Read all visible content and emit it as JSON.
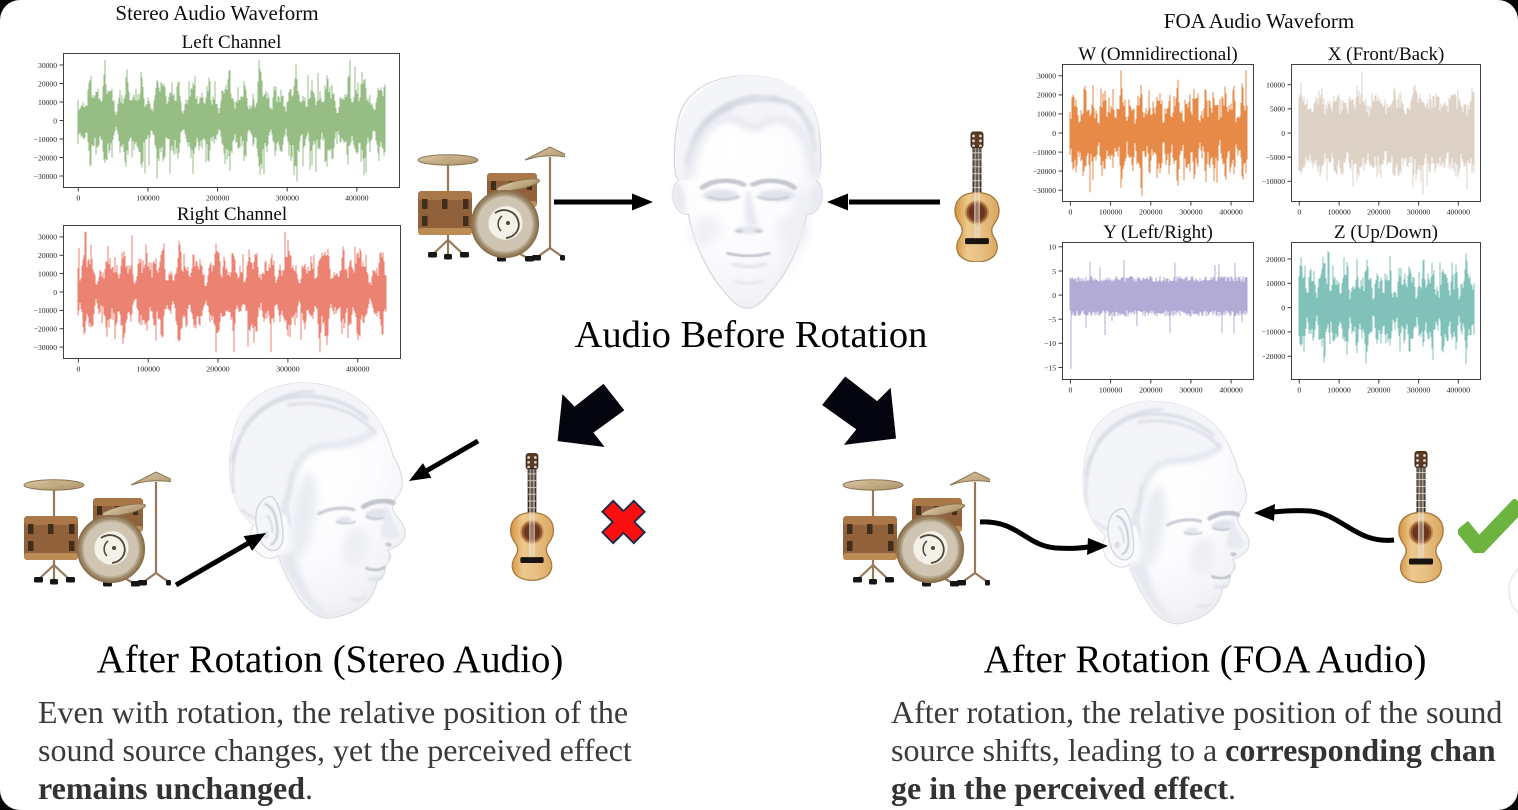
{
  "figure": {
    "background": "#060606",
    "surface_color": "#ffffff"
  },
  "stereo_panel": {
    "title": "Stereo Audio Waveform",
    "plots": [
      {
        "key": "left",
        "title": "Left Channel",
        "color": "#95bd84",
        "ylim": [
          -36500,
          36500
        ],
        "amp": 32800,
        "yticks": [
          [
            30000,
            "30000"
          ],
          [
            20000,
            "20000"
          ],
          [
            10000,
            "10000"
          ],
          [
            0,
            "0"
          ],
          [
            -10000,
            "−10000"
          ],
          [
            -20000,
            "−20000"
          ],
          [
            -30000,
            "−30000"
          ]
        ],
        "xticks": [
          [
            0,
            "0"
          ],
          [
            100000,
            "100000"
          ],
          [
            200000,
            "200000"
          ],
          [
            300000,
            "300000"
          ],
          [
            400000,
            "400000"
          ]
        ],
        "xlim": [
          -22000,
          462000
        ],
        "xdata": [
          0,
          440000
        ],
        "style": "music",
        "seed": 11,
        "bursts": 18
      },
      {
        "key": "right",
        "title": "Right Channel",
        "color": "#ec8272",
        "ylim": [
          -36500,
          36500
        ],
        "amp": 32800,
        "yticks": [
          [
            30000,
            "30000"
          ],
          [
            20000,
            "20000"
          ],
          [
            10000,
            "10000"
          ],
          [
            0,
            "0"
          ],
          [
            -10000,
            "−10000"
          ],
          [
            -20000,
            "−20000"
          ],
          [
            -30000,
            "−30000"
          ]
        ],
        "xticks": [
          [
            0,
            "0"
          ],
          [
            100000,
            "100000"
          ],
          [
            200000,
            "200000"
          ],
          [
            300000,
            "300000"
          ],
          [
            400000,
            "400000"
          ]
        ],
        "xlim": [
          -22000,
          462000
        ],
        "xdata": [
          0,
          440000
        ],
        "style": "music",
        "seed": 47,
        "bursts": 17
      }
    ]
  },
  "foa_panel": {
    "title": "FOA Audio Waveform",
    "plots": [
      {
        "key": "w",
        "title": "W (Omnidirectional)",
        "color": "#e78a47",
        "ylim": [
          -36200,
          36200
        ],
        "amp": 33000,
        "yticks": [
          [
            30000,
            "30000"
          ],
          [
            20000,
            "20000"
          ],
          [
            10000,
            "10000"
          ],
          [
            0,
            "0"
          ],
          [
            -10000,
            "−10000"
          ],
          [
            -20000,
            "−20000"
          ],
          [
            -30000,
            "−30000"
          ]
        ],
        "xticks": [
          [
            0,
            "0"
          ],
          [
            100000,
            "100000"
          ],
          [
            200000,
            "200000"
          ],
          [
            300000,
            "300000"
          ],
          [
            400000,
            "400000"
          ]
        ],
        "xlim": [
          -21000,
          457000
        ],
        "xdata": [
          0,
          440000
        ],
        "style": "music",
        "seed": 83,
        "bursts": 19
      },
      {
        "key": "x",
        "title": "X (Front/Back)",
        "color": "#ddd2c5",
        "ylim": [
          -14300,
          14300
        ],
        "amp": 12800,
        "yticks": [
          [
            10000,
            "10000"
          ],
          [
            5000,
            "5000"
          ],
          [
            0,
            "0"
          ],
          [
            -5000,
            "−5000"
          ],
          [
            -10000,
            "−10000"
          ]
        ],
        "xticks": [
          [
            0,
            "0"
          ],
          [
            100000,
            "100000"
          ],
          [
            200000,
            "200000"
          ],
          [
            300000,
            "300000"
          ],
          [
            400000,
            "400000"
          ]
        ],
        "xlim": [
          -21000,
          457000
        ],
        "xdata": [
          0,
          440000
        ],
        "style": "uniform",
        "seed": 29,
        "bursts": 9
      },
      {
        "key": "y",
        "title": "Y (Left/Right)",
        "color": "#b2abd6",
        "ylim": [
          -17.6,
          11.0
        ],
        "amp": 4.0,
        "yticks": [
          [
            10,
            "10"
          ],
          [
            5,
            "5"
          ],
          [
            0,
            "0"
          ],
          [
            -5,
            "−5"
          ],
          [
            -10,
            "−10"
          ],
          [
            -15,
            "−15"
          ]
        ],
        "xticks": [
          [
            0,
            "0"
          ],
          [
            100000,
            "100000"
          ],
          [
            200000,
            "200000"
          ],
          [
            300000,
            "300000"
          ],
          [
            400000,
            "400000"
          ]
        ],
        "xlim": [
          -21000,
          457000
        ],
        "xdata": [
          0,
          440000
        ],
        "style": "band",
        "seed": 61,
        "bursts": 5
      },
      {
        "key": "z",
        "title": "Z (Up/Down)",
        "color": "#80c1ba",
        "ylim": [
          -29800,
          27000
        ],
        "amp": 25800,
        "yticks": [
          [
            20000,
            "20000"
          ],
          [
            10000,
            "10000"
          ],
          [
            0,
            "0"
          ],
          [
            -10000,
            "−10000"
          ],
          [
            -20000,
            "−20000"
          ]
        ],
        "xticks": [
          [
            0,
            "0"
          ],
          [
            100000,
            "100000"
          ],
          [
            200000,
            "200000"
          ],
          [
            300000,
            "300000"
          ],
          [
            400000,
            "400000"
          ]
        ],
        "xlim": [
          -21000,
          457000
        ],
        "xdata": [
          0,
          440000
        ],
        "style": "music",
        "seed": 7,
        "bursts": 16
      }
    ]
  },
  "before": {
    "caption": "Audio Before Rotation"
  },
  "after_stereo": {
    "caption": "After Rotation (Stereo Audio)",
    "description": [
      [
        {
          "t": "Even with rotation, the relative position of the",
          "b": false
        }
      ],
      [
        {
          "t": "sound source changes, yet the perceived effect",
          "b": false
        }
      ],
      [
        {
          "t": "remains unchanged",
          "b": true
        },
        {
          "t": ".",
          "b": false
        }
      ]
    ]
  },
  "after_foa": {
    "caption": "After Rotation (FOA Audio)",
    "description": [
      [
        {
          "t": "After rotation, the relative position of the sound",
          "b": false
        }
      ],
      [
        {
          "t": "source shifts, leading to a ",
          "b": false
        },
        {
          "t": "corresponding chan",
          "b": true
        }
      ],
      [
        {
          "t": "ge in the perceived effect",
          "b": true
        },
        {
          "t": ".",
          "b": false
        }
      ]
    ]
  },
  "icons": {
    "cross_color": "#fa0f0f",
    "cross_outline": "#1c2749",
    "check_color": "#6cb33f",
    "arrow_color": "#000000"
  },
  "chart_data": [
    {
      "type": "waveform",
      "title": "Left Channel",
      "series_color": "#95bd84",
      "xlabel_ticks": [
        0,
        100000,
        200000,
        300000,
        400000
      ],
      "ylabel_ticks": [
        30000,
        20000,
        10000,
        0,
        -10000,
        -20000,
        -30000
      ],
      "sample_range": [
        0,
        440000
      ],
      "peak_amplitude": 32800
    },
    {
      "type": "waveform",
      "title": "Right Channel",
      "series_color": "#ec8272",
      "xlabel_ticks": [
        0,
        100000,
        200000,
        300000,
        400000
      ],
      "ylabel_ticks": [
        30000,
        20000,
        10000,
        0,
        -10000,
        -20000,
        -30000
      ],
      "sample_range": [
        0,
        440000
      ],
      "peak_amplitude": 32800
    },
    {
      "type": "waveform",
      "title": "W (Omnidirectional)",
      "series_color": "#e78a47",
      "xlabel_ticks": [
        0,
        100000,
        200000,
        300000,
        400000
      ],
      "ylabel_ticks": [
        30000,
        20000,
        10000,
        0,
        -10000,
        -20000,
        -30000
      ],
      "sample_range": [
        0,
        440000
      ],
      "peak_amplitude": 33000
    },
    {
      "type": "waveform",
      "title": "X (Front/Back)",
      "series_color": "#ddd2c5",
      "xlabel_ticks": [
        0,
        100000,
        200000,
        300000,
        400000
      ],
      "ylabel_ticks": [
        10000,
        5000,
        0,
        -5000,
        -10000
      ],
      "sample_range": [
        0,
        440000
      ],
      "peak_amplitude": 12800
    },
    {
      "type": "waveform",
      "title": "Y (Left/Right)",
      "series_color": "#b2abd6",
      "xlabel_ticks": [
        0,
        100000,
        200000,
        300000,
        400000
      ],
      "ylabel_ticks": [
        10,
        5,
        0,
        -5,
        -10,
        -15
      ],
      "sample_range": [
        0,
        440000
      ],
      "peak_amplitude": 15
    },
    {
      "type": "waveform",
      "title": "Z (Up/Down)",
      "series_color": "#80c1ba",
      "xlabel_ticks": [
        0,
        100000,
        200000,
        300000,
        400000
      ],
      "ylabel_ticks": [
        20000,
        10000,
        0,
        -10000,
        -20000
      ],
      "sample_range": [
        0,
        440000
      ],
      "peak_amplitude": 25800
    }
  ]
}
